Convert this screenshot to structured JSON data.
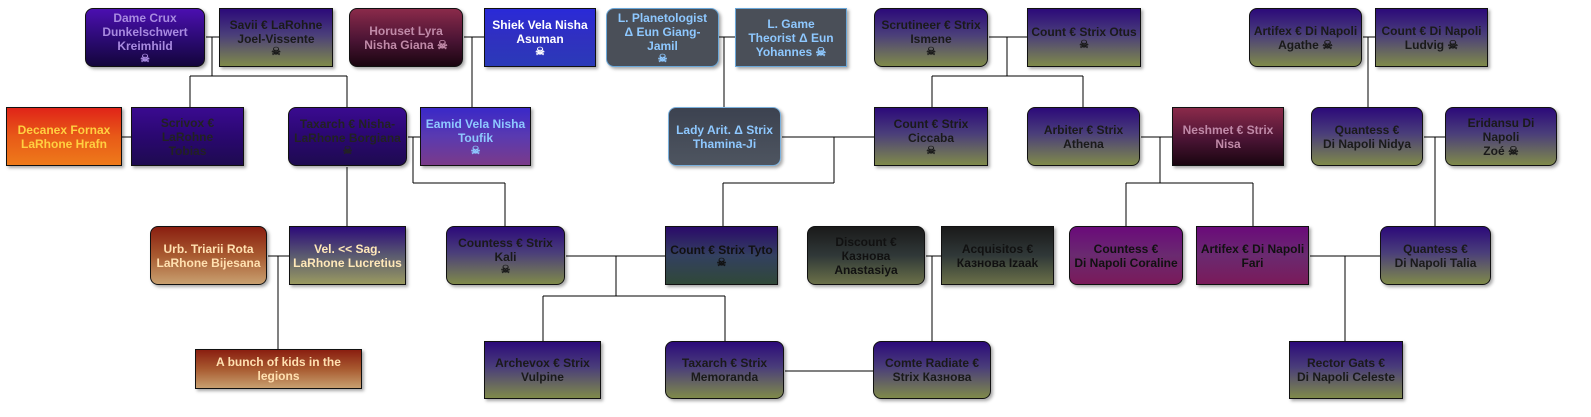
{
  "nodes": {
    "dame_crux": {
      "line1": "Dame Crux",
      "line2": "Dunkelschwert",
      "line3": "Kreimhild",
      "glyph": "☠"
    },
    "savii": {
      "line1": "Savii € LaRohne",
      "line2": "Joel-Vissente",
      "glyph": "☠"
    },
    "horuset": {
      "line1": "Horuset Lyra",
      "line2": "Nisha Giana ☠"
    },
    "shiek": {
      "line1": "Shiek Vela Nisha",
      "line2": "Asuman",
      "glyph": "☠"
    },
    "planetologist": {
      "line1": "L. Planetologist",
      "line2": "Δ Eun Giang-Jamil",
      "glyph": "☠"
    },
    "game_theorist": {
      "line1": "L. Game",
      "line2": "Theorist Δ Eun",
      "line3": "Yohannes ☠"
    },
    "scrutineer": {
      "line1": "Scrutineer € Strix",
      "line2": "Ismene",
      "glyph": "☠"
    },
    "count_otus": {
      "line1": "Count € Strix Otus",
      "glyph": "☠"
    },
    "artifex_agathe": {
      "line1": "Artifex € Di Napoli",
      "line2": "Agathe ☠"
    },
    "count_ludvig": {
      "line1": "Count € Di Napoli",
      "line2": "Ludvig ☠"
    },
    "decanex": {
      "line1": "Decanex Fornax",
      "line2": "LaRhone Hrafn"
    },
    "scrivox": {
      "line1": "Scrivox € LaRohne",
      "line2": "Tobias"
    },
    "taxarch_borgiana": {
      "line1": "Taxarch € Nisha-",
      "line2": "LaRhone Borgiana",
      "glyph": "☠"
    },
    "eamid": {
      "line1": "Eamid Vela Nisha",
      "line2": "Toufik",
      "glyph": "☠"
    },
    "lady_arit": {
      "line1": "Lady Arit. Δ Strix",
      "line2": "Thamina-Ji"
    },
    "count_ciccaba": {
      "line1": "Count € Strix",
      "line2": "Ciccaba",
      "glyph": "☠"
    },
    "arbiter": {
      "line1": "Arbiter € Strix",
      "line2": "Athena"
    },
    "neshmet": {
      "line1": "Neshmet € Strix",
      "line2": "Nisa"
    },
    "quantess_nidya": {
      "line1": "Quantess €",
      "line2": "Di Napoli Nidya"
    },
    "eridansu": {
      "line1": "Eridansu Di Napoli",
      "line2": "Zoé ☠"
    },
    "urb_triarii": {
      "line1": "Urb. Triarii Rota",
      "line2": "LaRhone Bijesana"
    },
    "vel_sag": {
      "line1": "Vel. << Sag.",
      "line2": "LaRhone Lucretius"
    },
    "countess_kali": {
      "line1": "Countess € Strix",
      "line2": "Kali",
      "glyph": "☠"
    },
    "count_tyto": {
      "line1": "Count € Strix Tyto",
      "glyph": "☠"
    },
    "discount": {
      "line1": "Discount €",
      "line2": "Казнова Anastasiya"
    },
    "acquisitos": {
      "line1": "Acquisitos €",
      "line2": "Казнова Izaak"
    },
    "countess_coraline": {
      "line1": "Countess €",
      "line2": "Di Napoli Coraline"
    },
    "artifex_fari": {
      "line1": "Artifex € Di Napoli",
      "line2": "Fari"
    },
    "quantess_talia": {
      "line1": "Quantess €",
      "line2": "Di Napoli Talia"
    },
    "kids": {
      "line1": "A bunch of kids in the",
      "line2": "legions"
    },
    "archevox": {
      "line1": "Archevox € Strix",
      "line2": "Vulpine"
    },
    "taxarch_memoranda": {
      "line1": "Taxarch € Strix",
      "line2": "Memoranda"
    },
    "comte_radiate": {
      "line1": "Comte Radiate €",
      "line2": "Strix Казнова"
    },
    "rector_gats": {
      "line1": "Rector Gats €",
      "line2": "Di Napoli Celeste"
    }
  }
}
